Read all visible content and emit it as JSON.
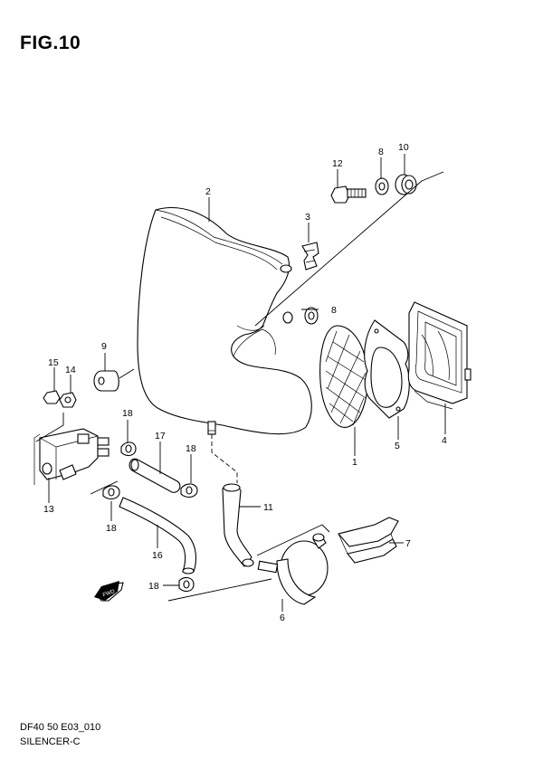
{
  "title": "FIG.10",
  "footer": {
    "code": "DF40 50 E03_010",
    "name": "SILENCER-C"
  },
  "callouts": [
    {
      "id": "c2",
      "label": "2"
    },
    {
      "id": "c3",
      "label": "3"
    },
    {
      "id": "c12",
      "label": "12"
    },
    {
      "id": "c8a",
      "label": "8"
    },
    {
      "id": "c10",
      "label": "10"
    },
    {
      "id": "c8b",
      "label": "8"
    },
    {
      "id": "c9",
      "label": "9"
    },
    {
      "id": "c15",
      "label": "15"
    },
    {
      "id": "c14",
      "label": "14"
    },
    {
      "id": "c1",
      "label": "1"
    },
    {
      "id": "c5",
      "label": "5"
    },
    {
      "id": "c4",
      "label": "4"
    },
    {
      "id": "c18a",
      "label": "18"
    },
    {
      "id": "c17",
      "label": "17"
    },
    {
      "id": "c18b",
      "label": "18"
    },
    {
      "id": "c13",
      "label": "13"
    },
    {
      "id": "c11",
      "label": "11"
    },
    {
      "id": "c18c",
      "label": "18"
    },
    {
      "id": "c16",
      "label": "16"
    },
    {
      "id": "c7",
      "label": "7"
    },
    {
      "id": "c18d",
      "label": "18"
    },
    {
      "id": "c6",
      "label": "6"
    }
  ],
  "fwd_badge": "FWD"
}
